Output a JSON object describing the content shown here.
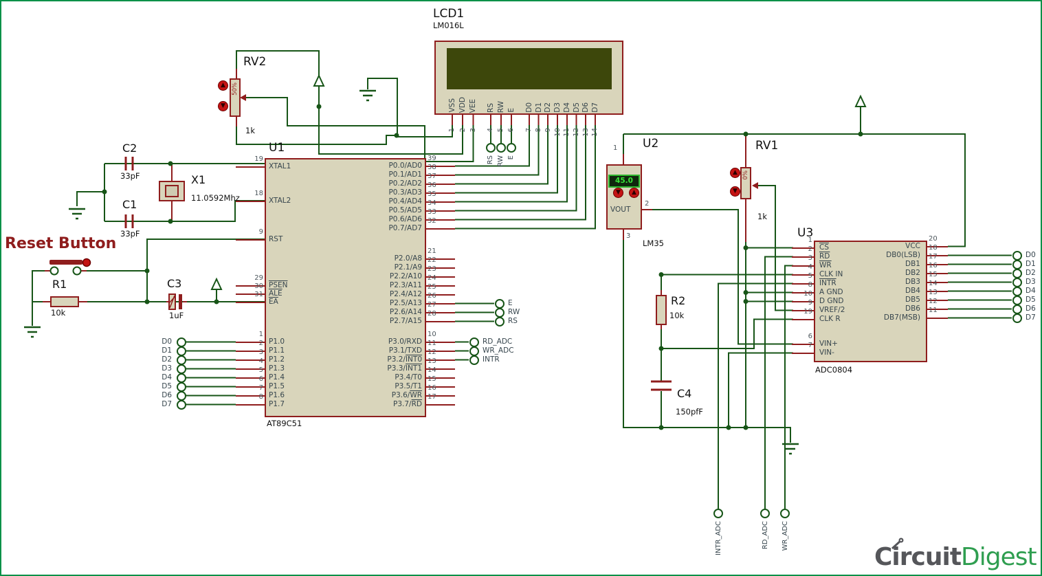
{
  "labels": {
    "reset_button": "Reset Button"
  },
  "lcd": {
    "ref": "LCD1",
    "part": "LM016L",
    "power_pins": [
      {
        "num": "1",
        "name": "VSS"
      },
      {
        "num": "2",
        "name": "VDD"
      },
      {
        "num": "3",
        "name": "VEE"
      }
    ],
    "ctrl_pins": [
      {
        "num": "4",
        "name": "RS"
      },
      {
        "num": "5",
        "name": "RW"
      },
      {
        "num": "6",
        "name": "E"
      }
    ],
    "data_pins": [
      {
        "num": "7",
        "name": "D0"
      },
      {
        "num": "8",
        "name": "D1"
      },
      {
        "num": "9",
        "name": "D2"
      },
      {
        "num": "10",
        "name": "D3"
      },
      {
        "num": "11",
        "name": "D4"
      },
      {
        "num": "12",
        "name": "D5"
      },
      {
        "num": "13",
        "name": "D6"
      },
      {
        "num": "14",
        "name": "D7"
      }
    ],
    "ctrl_terminals": [
      {
        "name": "RS"
      },
      {
        "name": "RW"
      },
      {
        "name": "E"
      }
    ]
  },
  "u1": {
    "ref": "U1",
    "part": "AT89C51",
    "xtal1": {
      "num": "19",
      "pre": "XTAL1"
    },
    "xtal2": {
      "num": "18",
      "pre": "XTAL2"
    },
    "rst": {
      "num": "9",
      "pre": "RST"
    },
    "ctrl_pins": [
      {
        "num": "29",
        "bar": "PSEN"
      },
      {
        "num": "30",
        "bar": "ALE"
      },
      {
        "num": "31",
        "bar": "EA"
      }
    ],
    "p1_pins": [
      {
        "num": "1",
        "pre": "P1.0"
      },
      {
        "num": "2",
        "pre": "P1.1"
      },
      {
        "num": "3",
        "pre": "P1.2"
      },
      {
        "num": "4",
        "pre": "P1.3"
      },
      {
        "num": "5",
        "pre": "P1.4"
      },
      {
        "num": "6",
        "pre": "P1.5"
      },
      {
        "num": "7",
        "pre": "P1.6"
      },
      {
        "num": "8",
        "pre": "P1.7"
      }
    ],
    "p0_pins": [
      {
        "num": "39",
        "pre": "P0.0/AD0"
      },
      {
        "num": "38",
        "pre": "P0.1/AD1"
      },
      {
        "num": "37",
        "pre": "P0.2/AD2"
      },
      {
        "num": "36",
        "pre": "P0.3/AD3"
      },
      {
        "num": "35",
        "pre": "P0.4/AD4"
      },
      {
        "num": "34",
        "pre": "P0.5/AD5"
      },
      {
        "num": "33",
        "pre": "P0.6/AD6"
      },
      {
        "num": "32",
        "pre": "P0.7/AD7"
      }
    ],
    "p2_pins": [
      {
        "num": "21",
        "pre": "P2.0/A8"
      },
      {
        "num": "22",
        "pre": "P2.1/A9"
      },
      {
        "num": "23",
        "pre": "P2.2/A10"
      },
      {
        "num": "24",
        "pre": "P2.3/A11"
      },
      {
        "num": "25",
        "pre": "P2.4/A12"
      },
      {
        "num": "26",
        "pre": "P2.5/A13"
      },
      {
        "num": "27",
        "pre": "P2.6/A14"
      },
      {
        "num": "28",
        "pre": "P2.7/A15"
      }
    ],
    "p3_pins": [
      {
        "num": "10",
        "pre": "P3.0/RXD"
      },
      {
        "num": "11",
        "pre": "P3.1/TXD"
      },
      {
        "num": "12",
        "pre": "P3.2/",
        "bar": "INT0"
      },
      {
        "num": "13",
        "pre": "P3.3/",
        "bar": "INT1"
      },
      {
        "num": "14",
        "pre": "P3.4/T0"
      },
      {
        "num": "15",
        "pre": "P3.5/T1"
      },
      {
        "num": "16",
        "pre": "P3.6/",
        "bar": "WR"
      },
      {
        "num": "17",
        "pre": "P3.7/",
        "bar": "RD"
      }
    ]
  },
  "u2": {
    "ref": "U2",
    "part": "LM35",
    "display_value": "45.0",
    "vout": "VOUT",
    "pin_top": "1",
    "pin_out": "2",
    "pin_bottom": "3"
  },
  "u3": {
    "ref": "U3",
    "part": "ADC0804",
    "left_pins": [
      {
        "num": "1",
        "bar": "CS"
      },
      {
        "num": "2",
        "bar": "RD"
      },
      {
        "num": "3",
        "bar": "WR"
      },
      {
        "num": "4",
        "pre": "CLK IN"
      },
      {
        "num": "5",
        "bar": "INTR"
      },
      {
        "num": "8",
        "pre": "A GND"
      },
      {
        "num": "10",
        "pre": "D GND"
      },
      {
        "num": "9",
        "pre": "VREF/2"
      },
      {
        "num": "19",
        "pre": "CLK R"
      }
    ],
    "vin_pins": [
      {
        "num": "6",
        "pre": "VIN+"
      },
      {
        "num": "7",
        "pre": "VIN-"
      }
    ],
    "right_pins": [
      {
        "num": "20",
        "pre": "VCC"
      },
      {
        "num": "18",
        "pre": "DB0(LSB)"
      },
      {
        "num": "17",
        "pre": "DB1"
      },
      {
        "num": "16",
        "pre": "DB2"
      },
      {
        "num": "15",
        "pre": "DB3"
      },
      {
        "num": "14",
        "pre": "DB4"
      },
      {
        "num": "13",
        "pre": "DB5"
      },
      {
        "num": "12",
        "pre": "DB6"
      },
      {
        "num": "11",
        "pre": "DB7(MSB)"
      }
    ]
  },
  "components": {
    "rv2": {
      "ref": "RV2",
      "value": "1k",
      "percent": "50%"
    },
    "rv1": {
      "ref": "RV1",
      "value": "1k",
      "percent": "0%"
    },
    "c2": {
      "ref": "C2",
      "value": "33pF"
    },
    "c1": {
      "ref": "C1",
      "value": "33pF"
    },
    "c3": {
      "ref": "C3",
      "value": "1uF"
    },
    "c4": {
      "ref": "C4",
      "value": "150pfF"
    },
    "r1": {
      "ref": "R1",
      "value": "10k"
    },
    "r2": {
      "ref": "R2",
      "value": "10k"
    },
    "x1": {
      "ref": "X1",
      "value": "11.0592Mhz"
    }
  },
  "terminals": {
    "d_left": [
      {
        "name": "D0"
      },
      {
        "name": "D1"
      },
      {
        "name": "D2"
      },
      {
        "name": "D3"
      },
      {
        "name": "D4"
      },
      {
        "name": "D5"
      },
      {
        "name": "D6"
      },
      {
        "name": "D7"
      }
    ],
    "d_right": [
      {
        "name": "D0"
      },
      {
        "name": "D1"
      },
      {
        "name": "D2"
      },
      {
        "name": "D3"
      },
      {
        "name": "D4"
      },
      {
        "name": "D5"
      },
      {
        "name": "D6"
      },
      {
        "name": "D7"
      }
    ],
    "u1_ctrl": [
      {
        "name": "E"
      },
      {
        "name": "RW"
      },
      {
        "name": "RS"
      }
    ],
    "u1_adc": [
      {
        "name": "RD_ADC"
      },
      {
        "name": "WR_ADC"
      },
      {
        "name": "INTR"
      }
    ],
    "bottom": [
      {
        "name": "INTR_ADC"
      },
      {
        "name": "RD_ADC"
      },
      {
        "name": "WR_ADC"
      }
    ]
  },
  "logo": {
    "part1": "Circuit",
    "part2": "Digest"
  },
  "colors": {
    "wire": "#175517",
    "pin": "#8f1d1d",
    "body": "#d9d5bb",
    "frame": "#0a9148",
    "lcd_screen": "#3d470b",
    "display_text": "#38e438"
  }
}
